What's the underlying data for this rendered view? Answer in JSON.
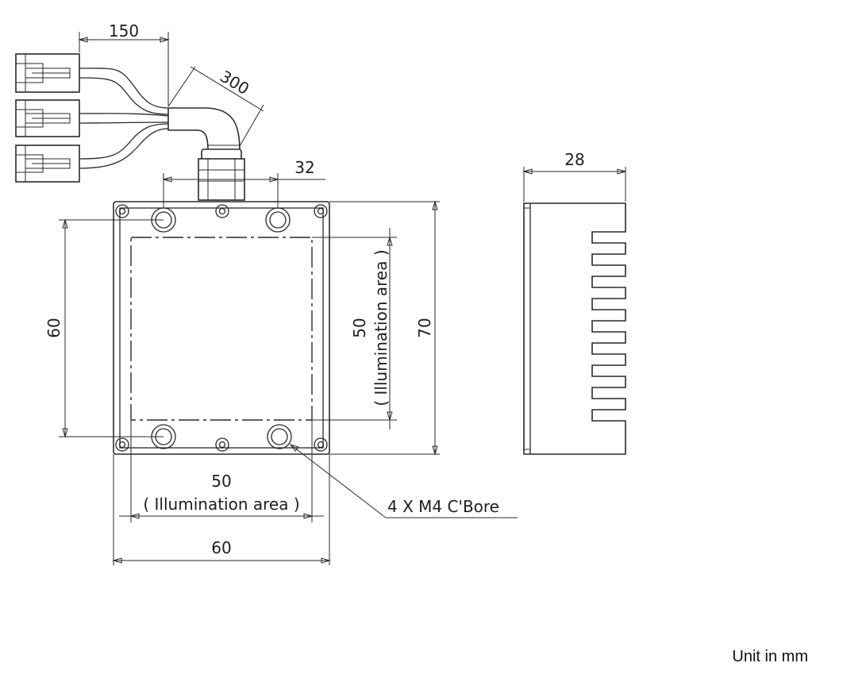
{
  "dimensions": {
    "cable_short": "150",
    "cable_long": "300",
    "hole_spacing_top": "32",
    "depth": "28",
    "height_holes": "60",
    "illum_height": "50",
    "illum_height_label": "( Illumination area )",
    "overall_height": "70",
    "illum_width": "50",
    "illum_width_label": "( Illumination area )",
    "overall_width": "60",
    "callout": "4 X M4 C'Bore"
  },
  "unit_note": "Unit in mm"
}
